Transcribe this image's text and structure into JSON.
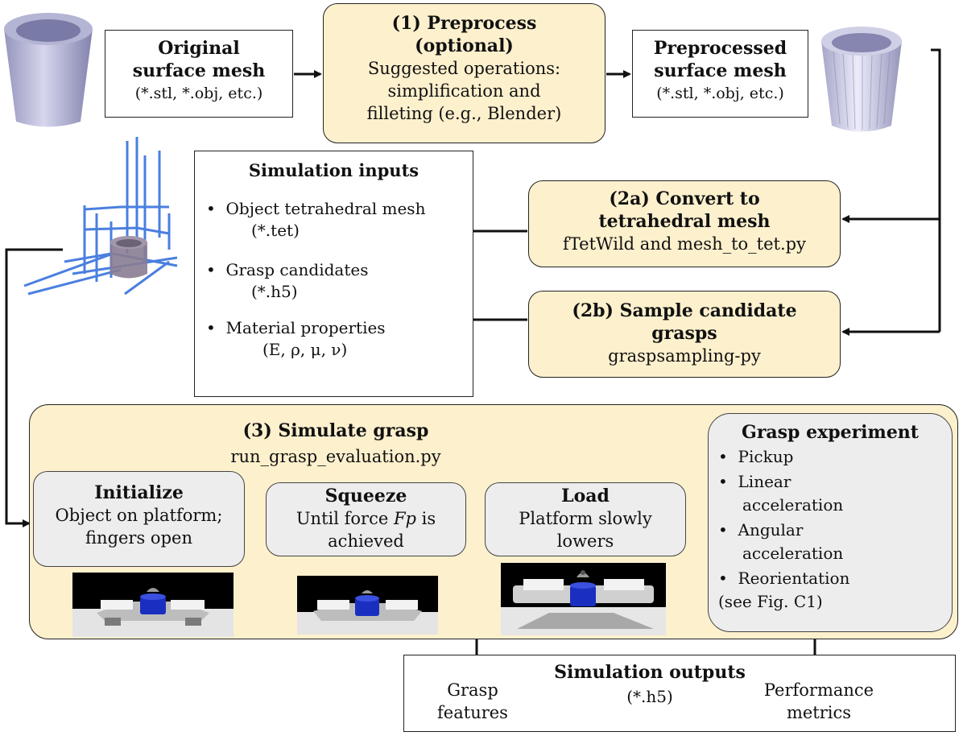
{
  "original_mesh": {
    "title_line1": "Original",
    "title_line2": "surface mesh",
    "formats": "(*.stl, *.obj, etc.)"
  },
  "preprocess": {
    "title_line1": "(1) Preprocess",
    "title_line2": "(optional)",
    "line1": "Suggested operations:",
    "line2": "simplification and",
    "line3": "filleting (e.g., Blender)"
  },
  "preprocessed_mesh": {
    "title_line1": "Preprocessed",
    "title_line2": "surface mesh",
    "formats": "(*.stl, *.obj, etc.)"
  },
  "sim_inputs": {
    "title": "Simulation inputs",
    "items": [
      {
        "bullet": "•",
        "label": "Object tetrahedral mesh",
        "detail": "(*.tet)"
      },
      {
        "bullet": "•",
        "label": "Grasp candidates",
        "detail": "(*.h5)"
      },
      {
        "bullet": "•",
        "label": "Material properties",
        "detail": "(E, ρ, μ, ν)"
      }
    ]
  },
  "convert": {
    "title_line1": "(2a) Convert to",
    "title_line2": "tetrahedral mesh",
    "tools": "fTetWild and mesh_to_tet.py"
  },
  "sample": {
    "title_line1": "(2b) Sample candidate",
    "title_line2": "grasps",
    "tools": "graspsampling-py"
  },
  "simulate": {
    "title": "(3) Simulate grasp",
    "script": "run_grasp_evaluation.py"
  },
  "initialize": {
    "title": "Initialize",
    "line1": "Object on platform;",
    "line2": "fingers open"
  },
  "squeeze": {
    "title": "Squeeze",
    "line1_pre": "Until force ",
    "line1_var": "Fp",
    "line1_post": " is",
    "line2": "achieved"
  },
  "load": {
    "title": "Load",
    "line1": "Platform slowly",
    "line2": "lowers"
  },
  "experiment": {
    "title": "Grasp experiment",
    "items": [
      {
        "bullet": "•",
        "line1": "Pickup",
        "line2": ""
      },
      {
        "bullet": "•",
        "line1": "Linear",
        "line2": "acceleration"
      },
      {
        "bullet": "•",
        "line1": "Angular",
        "line2": "acceleration"
      },
      {
        "bullet": "•",
        "line1": "Reorientation",
        "line2": ""
      }
    ],
    "note": "(see Fig. C1)"
  },
  "sim_outputs": {
    "title": "Simulation outputs",
    "format": "(*.h5)",
    "left_line1": "Grasp",
    "left_line2": "features",
    "right_line1": "Performance",
    "right_line2": "metrics"
  },
  "colors": {
    "cream": "#fdf0cd",
    "gray": "#ededed",
    "mesh": "#a9a9cf",
    "grid_blue": "#4a7fe0",
    "object_blue": "#1a2fc0"
  }
}
